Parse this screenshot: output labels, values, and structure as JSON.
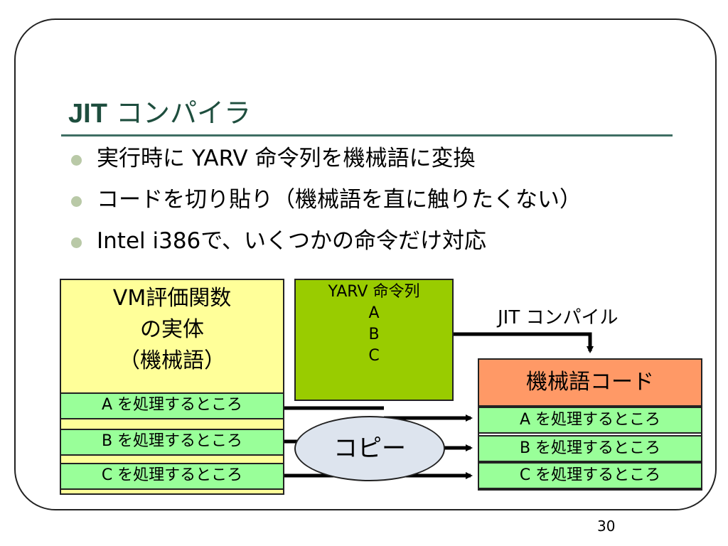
{
  "slide": {
    "title_prefix": "JIT",
    "title_rest": " コンパイラ",
    "bullets": [
      "実行時に YARV 命令列を機械語に変換",
      "コードを切り貼り（機械語を直に触りたくない）",
      "Intel i386で、いくつかの命令だけ対応"
    ],
    "page_number": "30"
  },
  "diagram": {
    "vm_box": {
      "lines": [
        "VM評価関数",
        "の実体",
        "（機械語）"
      ],
      "rows": [
        "A を処理するところ",
        "B を処理するところ",
        "C を処理するところ"
      ]
    },
    "yarv_box": {
      "lines": [
        "YARV 命令列",
        "A",
        "B",
        "C"
      ]
    },
    "jit_label": "JIT コンパイル",
    "code_box": {
      "header": "機械語コード",
      "rows": [
        "A を処理するところ",
        "B を処理するところ",
        "C を処理するところ"
      ]
    },
    "copy_label": "コピー",
    "colors": {
      "vm_fill": "#ffff99",
      "yarv_fill": "#99cc00",
      "code_header_fill": "#ff9966",
      "row_fill": "#99ff99",
      "copy_fill": "#dde4ee",
      "title_color": "#1e4e3e",
      "bullet_color": "#b9c9a7"
    }
  }
}
